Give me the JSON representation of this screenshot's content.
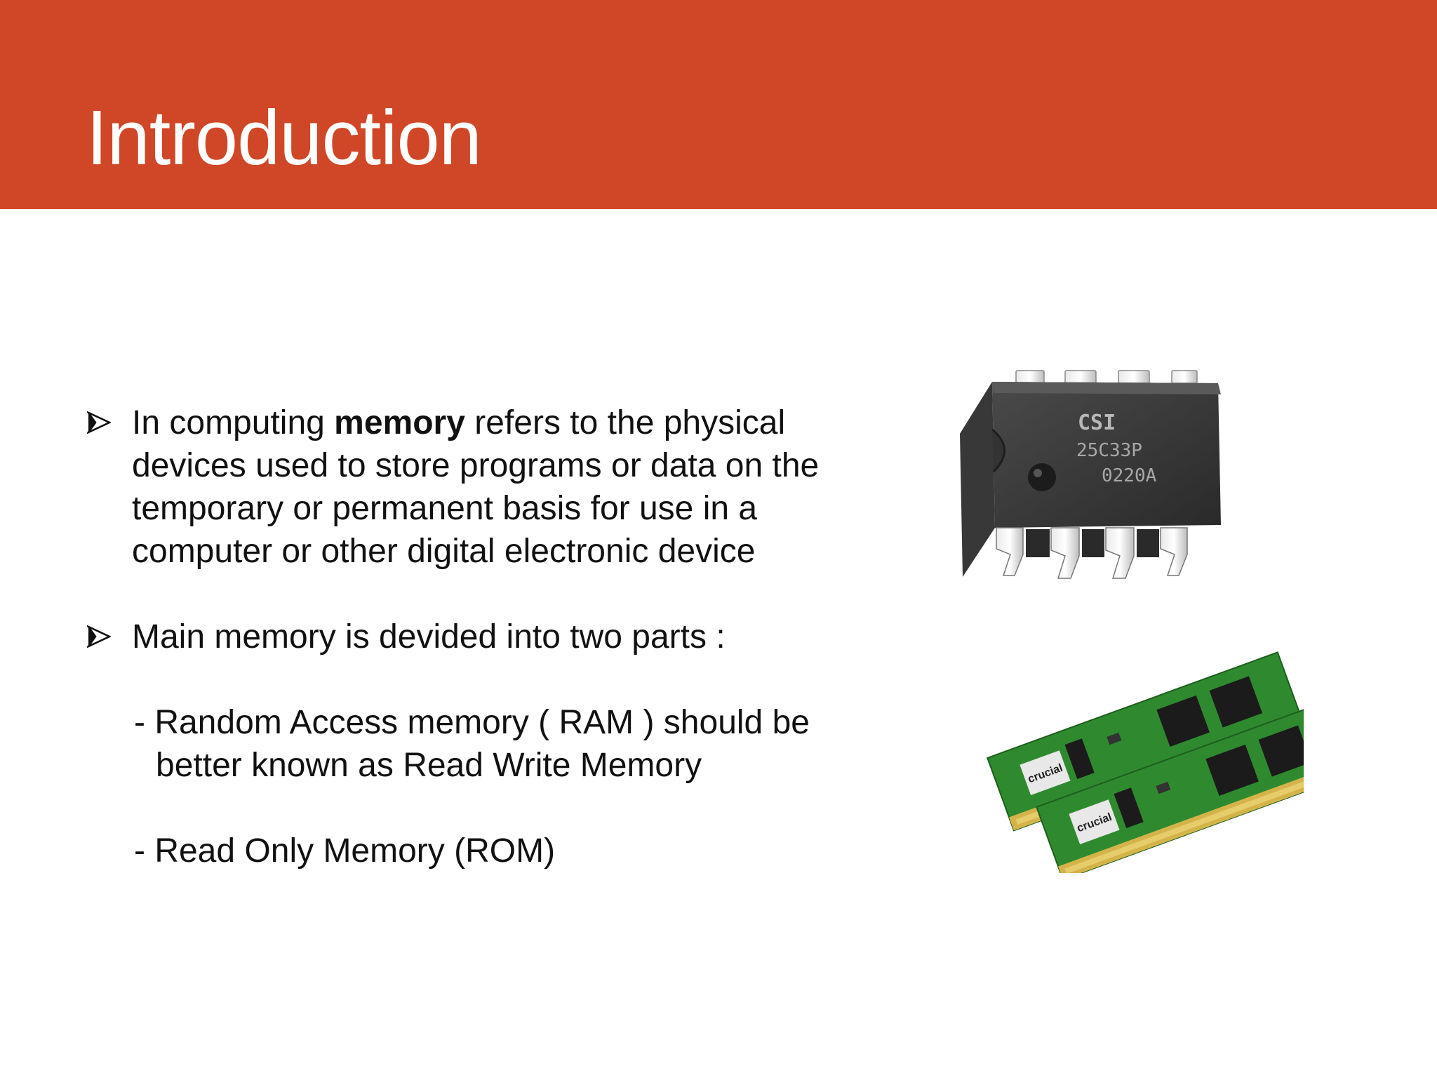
{
  "slide": {
    "title": "Introduction",
    "bullet1": {
      "pre": "In computing ",
      "bold": "memory",
      "post": " refers to the physical",
      "line2": "devices used to store programs or data on the",
      "line3": "temporary or permanent basis for use in a",
      "line4": "computer or other digital electronic device"
    },
    "bullet2": {
      "text": "Main memory is devided into two parts :"
    },
    "sub1": {
      "line1": "- Random Access memory ( RAM ) should be",
      "line2": "better known as Read Write Memory"
    },
    "sub2": {
      "line1": "- Read Only Memory (ROM)"
    },
    "chip_image": {
      "brand": "CSI",
      "part": "25C33P",
      "code": "0220A"
    },
    "ram_image": {
      "brand": "crucial"
    }
  },
  "colors": {
    "header": "#d04727",
    "title_text": "#ffffff",
    "body_text": "#111111"
  }
}
